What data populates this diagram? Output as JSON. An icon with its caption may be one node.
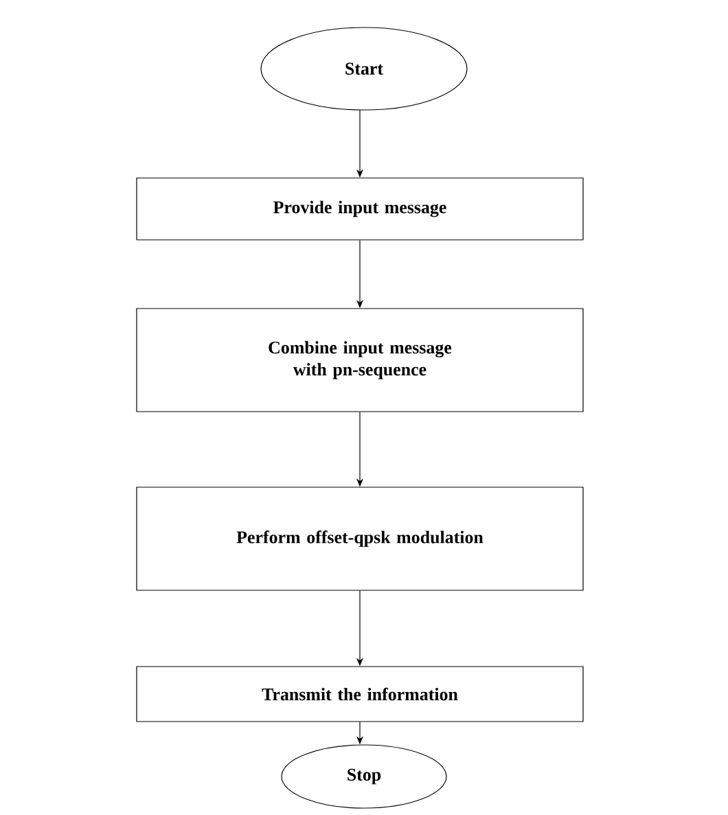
{
  "diagram": {
    "nodes": [
      {
        "text": [
          "Start"
        ]
      },
      {
        "text": [
          "Provide input message"
        ]
      },
      {
        "text": [
          "Combine input message with pn-sequence"
        ]
      },
      {
        "text": [
          "Perform offset-qpsk modulation"
        ]
      },
      {
        "text": [
          "Transmit the information"
        ]
      },
      {
        "text": [
          "Stop"
        ]
      }
    ],
    "edges": [
      {
        "from": 0,
        "to": 1,
        "arrow": "to"
      },
      {
        "from": 1,
        "to": 2,
        "arrow": "to"
      },
      {
        "from": 2,
        "to": 3,
        "arrow": "to"
      },
      {
        "from": 3,
        "to": 4,
        "arrow": "to"
      },
      {
        "from": 4,
        "to": 5,
        "arrow": "to"
      }
    ]
  }
}
